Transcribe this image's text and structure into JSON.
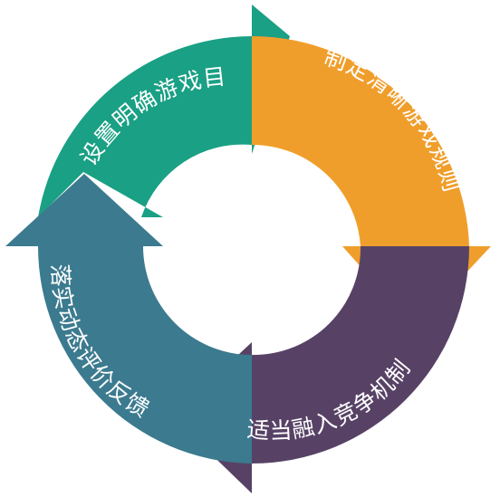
{
  "diagram": {
    "steps": [
      {
        "label": "设置明确游戏目标",
        "color": "#1aa084"
      },
      {
        "label": "制定清晰游戏规则",
        "color": "#f09e2b"
      },
      {
        "label": "适当融入竞争机制",
        "color": "#574266"
      },
      {
        "label": "落实动态评价反馈",
        "color": "#3c7a8f"
      }
    ]
  }
}
